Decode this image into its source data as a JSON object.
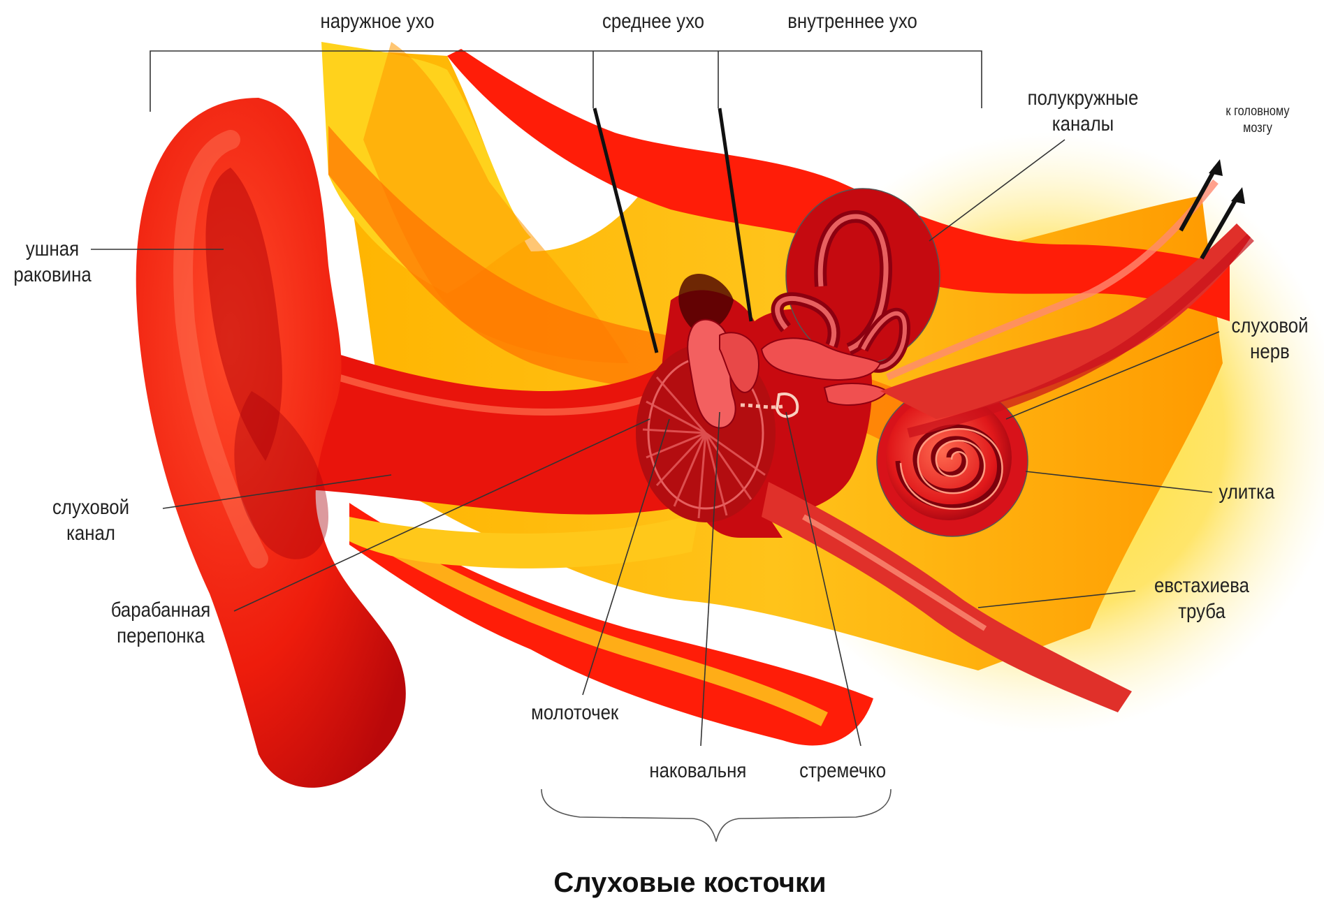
{
  "sections": {
    "outer_ear": "наружное ухо",
    "middle_ear": "среднее ухо",
    "inner_ear": "внутреннее ухо"
  },
  "labels": {
    "auricle": [
      "ушная",
      "раковина"
    ],
    "ear_canal": [
      "слуховой",
      "канал"
    ],
    "eardrum": [
      "барабанная",
      "перепонка"
    ],
    "semicircular_canals": [
      "полукружные",
      "каналы"
    ],
    "to_brain": [
      "к головному",
      "мозгу"
    ],
    "auditory_nerve": [
      "слуховой",
      "нерв"
    ],
    "cochlea": "улитка",
    "eustachian_tube": [
      "евстахиева",
      "труба"
    ],
    "malleus": "молоточек",
    "incus": "наковальня",
    "stapes": "стремечко"
  },
  "title": "Слуховые косточки",
  "colors": {
    "yellow": "#ffd21c",
    "orange": "#ff8a00",
    "red": "#ff1d08",
    "dark_red": "#a8000a",
    "line": "#333333"
  }
}
